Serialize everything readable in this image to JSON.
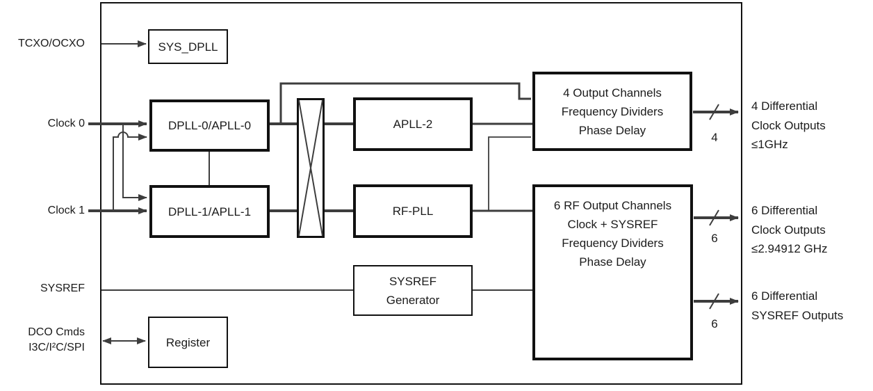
{
  "diagram": {
    "left_labels": {
      "tcxo": "TCXO/OCXO",
      "clock0": "Clock 0",
      "clock1": "Clock 1",
      "sysref": "SYSREF",
      "dco": "DCO Cmds\nI3C/I²C/SPI"
    },
    "blocks": {
      "sys_dpll": "SYS_DPLL",
      "dpll0": "DPLL-0/APLL-0",
      "dpll1": "DPLL-1/APLL-1",
      "apll2": "APLL-2",
      "rfpll": "RF-PLL",
      "sysref_generator": "SYSREF\nGenerator",
      "register": "Register",
      "out4": "4 Output Channels\nFrequency Dividers\nPhase Delay",
      "out6": "6 RF Output Channels\nClock + SYSREF\nFrequency Dividers\nPhase Delay"
    },
    "bus_widths": {
      "out4_clock": "4",
      "out6_clock": "6",
      "out6_sysref": "6"
    },
    "right_labels": {
      "out4_clock": "4 Differential\nClock Outputs\n≤1GHz",
      "out6_clock": "6 Differential\nClock Outputs\n≤2.94912 GHz",
      "out6_sysref": "6 Differential\nSYSREF Outputs"
    },
    "colors": {
      "line": "#3d3d3d",
      "border": "#111111",
      "text": "#1b1b1b",
      "background": "#ffffff"
    }
  }
}
